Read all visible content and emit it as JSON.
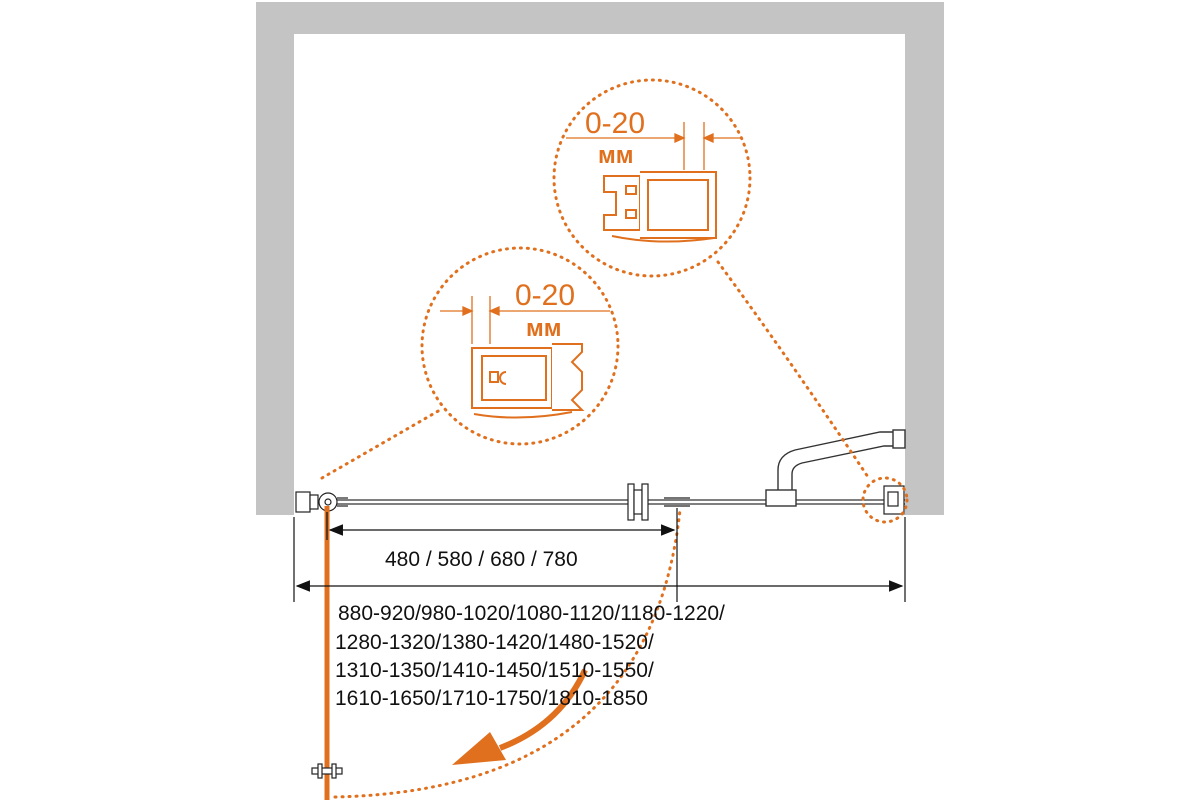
{
  "colors": {
    "wall": "#c4c4c4",
    "accent": "#e0701e",
    "line": "#222222"
  },
  "callouts": {
    "upper": {
      "gap": "0-20",
      "unit": "мм"
    },
    "lower": {
      "gap": "0-20",
      "unit": "мм"
    }
  },
  "dimensions": {
    "door": "480 / 580 / 680 / 780",
    "width_lines": [
      "880-920/980-1020/1080-1120/1180-1220/",
      "1280-1320/1380-1420/1480-1520/",
      "1310-1350/1410-1450/1510-1550/",
      "1610-1650/1710-1750/1810-1850"
    ]
  }
}
